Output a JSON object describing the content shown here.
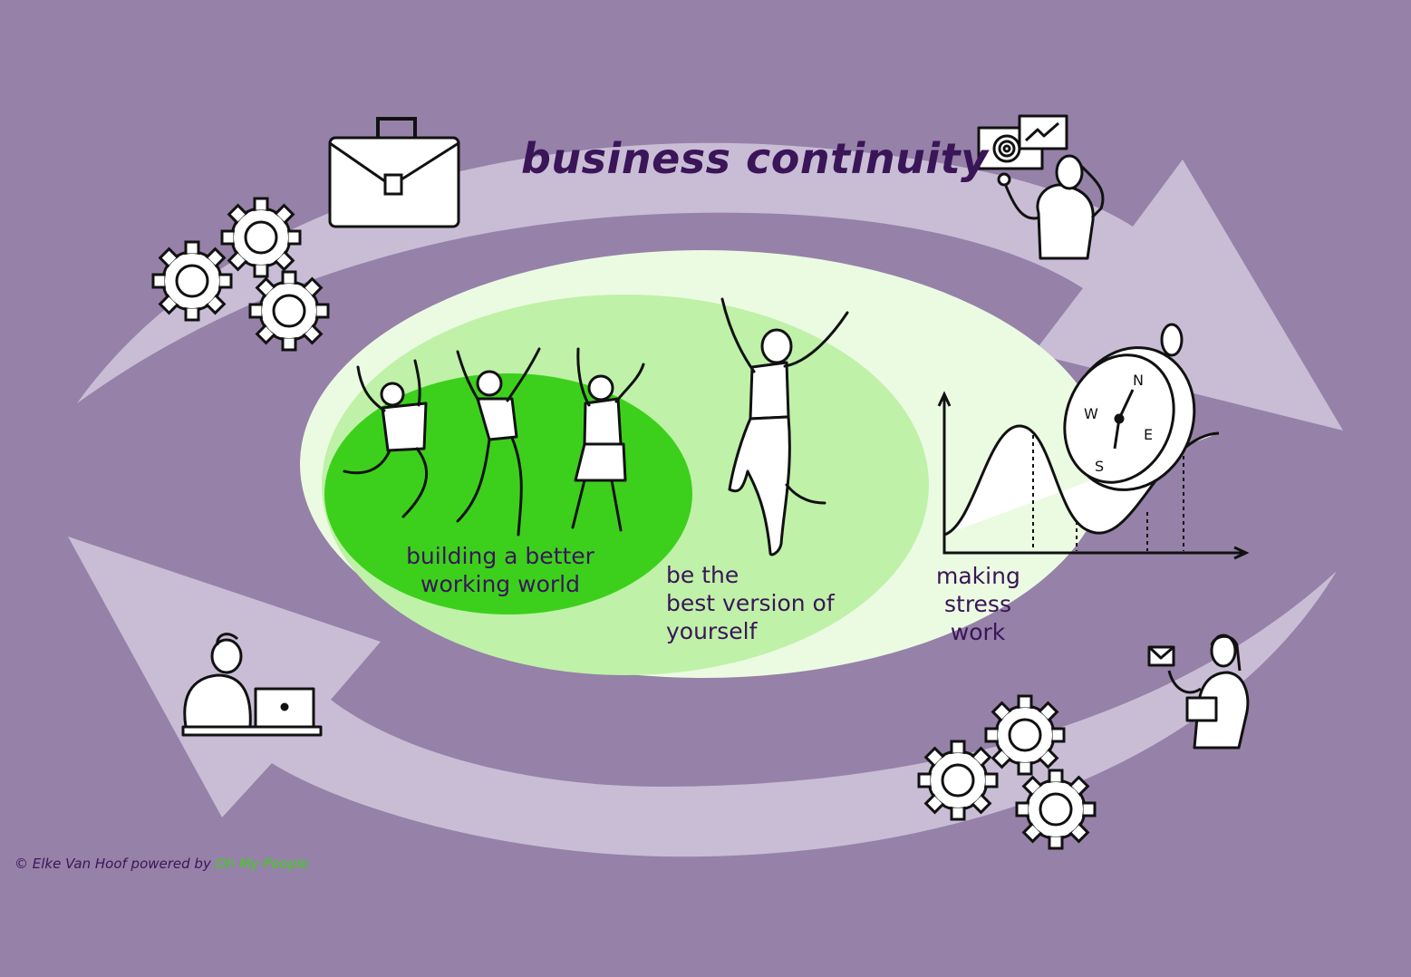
{
  "title": "business continuity",
  "labels": {
    "inner": [
      "building a better",
      "working world"
    ],
    "middle": [
      "be the",
      "best version of",
      "yourself"
    ],
    "outer": [
      "making",
      "stress",
      "work"
    ]
  },
  "credit": {
    "prefix": "© Elke Van Hoof powered by ",
    "brand": "Oh My People"
  },
  "compass": {
    "n": "N",
    "e": "E",
    "s": "S",
    "w": "W"
  },
  "colors": {
    "background": "#9681a8",
    "arrow": "#c9bdd6",
    "outer_ellipse": "#ebfbe2",
    "middle_ellipse": "#bff1a8",
    "inner_ellipse": "#3cd01c",
    "text": "#3a1558"
  },
  "icons": [
    "briefcase-icon",
    "gears-icon",
    "presenter-icon",
    "compass-icon",
    "stress-curve-icon",
    "laptop-worker-icon",
    "mail-woman-icon",
    "dancing-people-icon",
    "jumping-woman-icon"
  ]
}
